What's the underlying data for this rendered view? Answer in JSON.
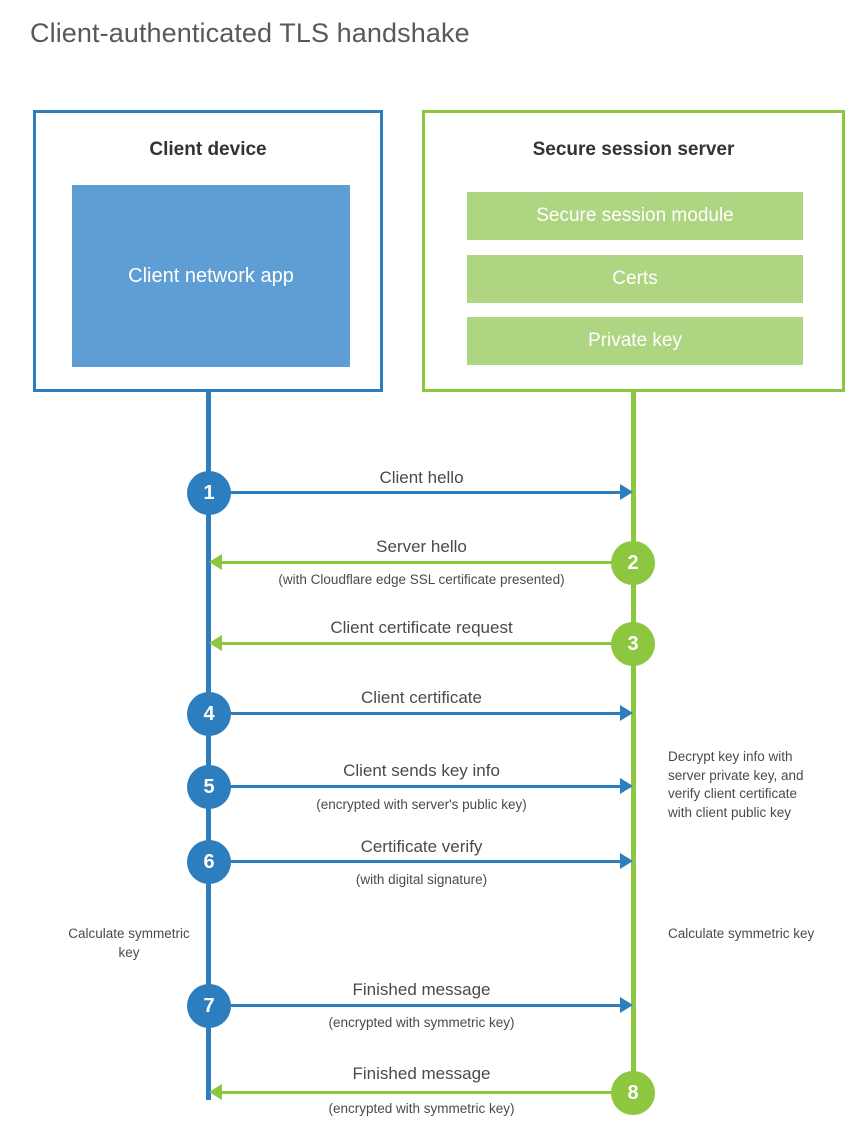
{
  "title": "Client-authenticated TLS handshake",
  "colors": {
    "client_accent": "#2d7ebe",
    "server_accent": "#8dc63f",
    "client_app_fill": "#5f9ed4",
    "server_block_fill": "#aed581",
    "text": "#4a4a4a",
    "heading": "#58595b"
  },
  "client": {
    "title": "Client device",
    "app_label": "Client network app",
    "calculate_note": "Calculate symmetric key"
  },
  "server": {
    "title": "Secure session server",
    "blocks": [
      "Secure session module",
      "Certs",
      "Private key"
    ],
    "decrypt_note": "Decrypt key info with server private key, and verify client certificate with client public key",
    "calculate_note": "Calculate symmetric key"
  },
  "steps": [
    {
      "number": "1",
      "label": "Client hello",
      "sub": "",
      "direction": "client-to-server",
      "color": "blue"
    },
    {
      "number": "2",
      "label": "Server hello",
      "sub": "(with Cloudflare edge SSL certificate presented)",
      "direction": "server-to-client",
      "color": "green"
    },
    {
      "number": "3",
      "label": "Client certificate request",
      "sub": "",
      "direction": "server-to-client",
      "color": "green"
    },
    {
      "number": "4",
      "label": "Client certificate",
      "sub": "",
      "direction": "client-to-server",
      "color": "blue"
    },
    {
      "number": "5",
      "label": "Client sends key info",
      "sub": "(encrypted with server's public key)",
      "direction": "client-to-server",
      "color": "blue"
    },
    {
      "number": "6",
      "label": "Certificate verify",
      "sub": "(with digital signature)",
      "direction": "client-to-server",
      "color": "blue"
    },
    {
      "number": "7",
      "label": "Finished message",
      "sub": "(encrypted with symmetric key)",
      "direction": "client-to-server",
      "color": "blue"
    },
    {
      "number": "8",
      "label": "Finished message",
      "sub": "(encrypted with symmetric key)",
      "direction": "server-to-client",
      "color": "green"
    }
  ]
}
